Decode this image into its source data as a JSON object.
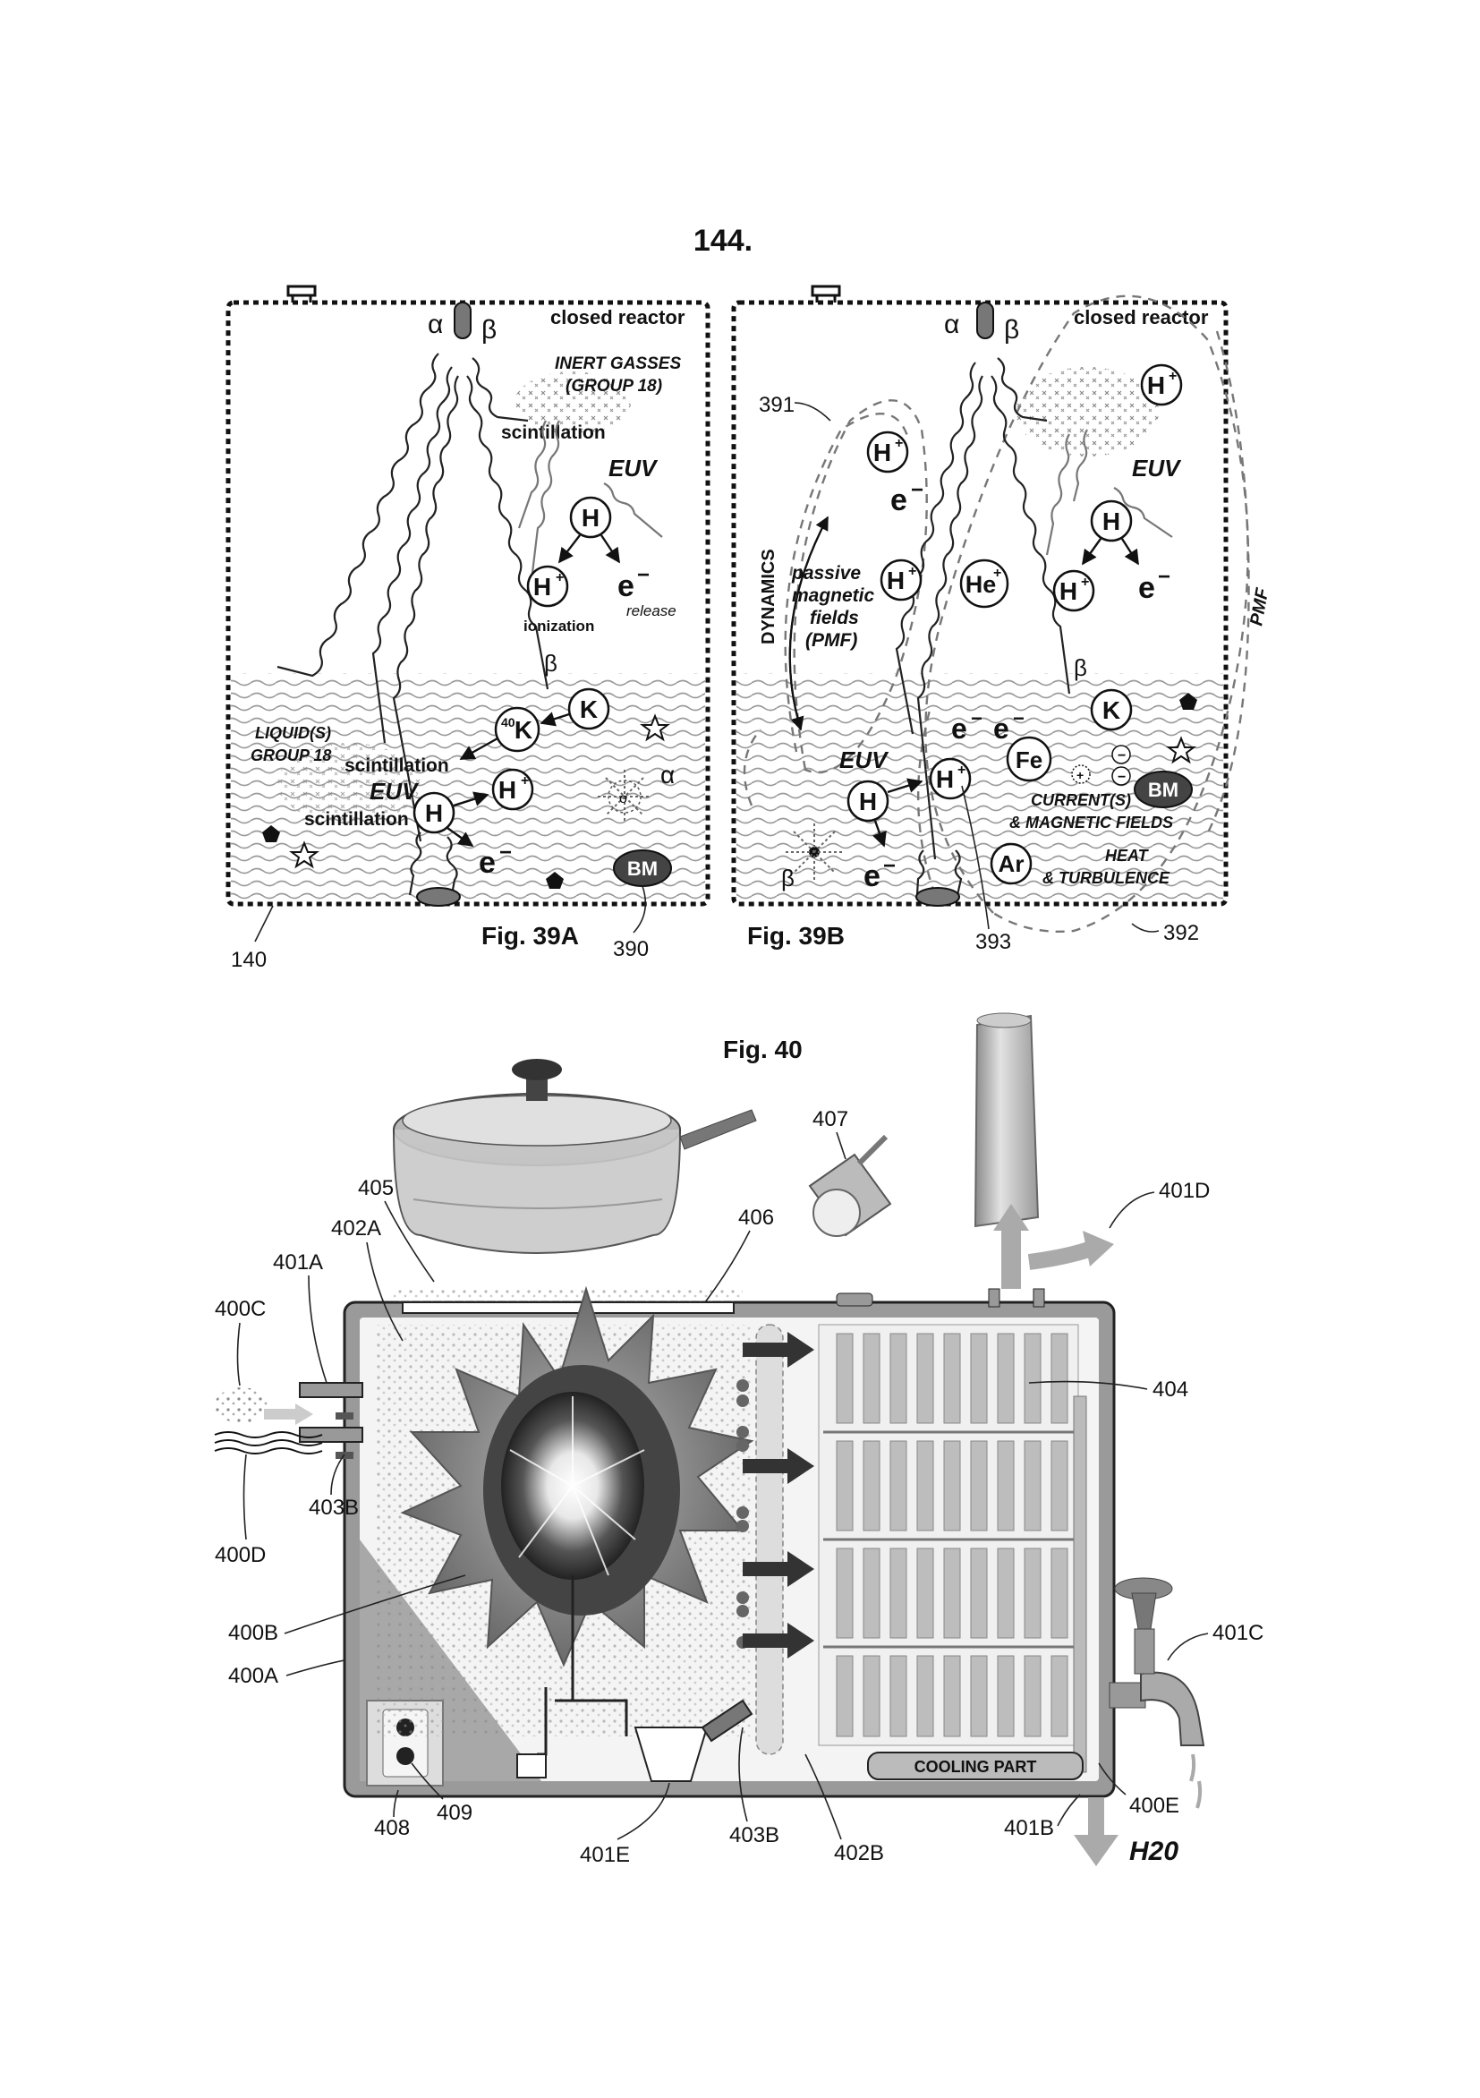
{
  "page_number": "144.",
  "fig39a": {
    "caption": "Fig. 39A",
    "closed_reactor": "closed reactor",
    "alpha": "α",
    "beta": "β",
    "beta_lower": "β",
    "alpha_lower": "α",
    "inert_gasses_1": "INERT GASSES",
    "inert_gasses_2": "(GROUP 18)",
    "scintillation_top": "scintillation",
    "euv_top": "EUV",
    "h": "H",
    "h_plus": "H",
    "e_minus": "e",
    "release": "release",
    "ionization": "ionization",
    "k": "K",
    "k40": "K",
    "k40_sup": "40",
    "liquids_1": "LIQUID(S)",
    "liquids_2": "GROUP 18",
    "scintillation_mid": "scintillation",
    "euv_mid": "EUV",
    "scintillation_low": "scintillation",
    "h_low": "H",
    "h_plus_low": "H",
    "e_low": "e",
    "bm": "BM",
    "ref_140": "140",
    "ref_390": "390"
  },
  "fig39b": {
    "caption": "Fig. 39B",
    "closed_reactor": "closed reactor",
    "alpha": "α",
    "beta": "β",
    "ref_391": "391",
    "ref_392": "392",
    "ref_393": "393",
    "dynamics": "DYNAMICS",
    "passive_1": "passive",
    "passive_2": "magnetic",
    "passive_3": "fields",
    "passive_4": "(PMF)",
    "pmf": "PMF",
    "euv_top": "EUV",
    "euv_low": "EUV",
    "h_plus": "H",
    "he_plus": "He",
    "e": "e",
    "h": "H",
    "k": "K",
    "fe": "Fe",
    "ar": "Ar",
    "bm": "BM",
    "currents_1": "CURRENT(S)",
    "currents_2": "& MAGNETIC FIELDS",
    "heat_1": "HEAT",
    "heat_2": "& TURBULENCE",
    "beta_lower": "β",
    "beta_bottom": "β"
  },
  "fig40": {
    "caption": "Fig. 40",
    "cooling_part": "COOLING PART",
    "h2o": "H20",
    "refs": {
      "r405": "405",
      "r402a": "402A",
      "r401a": "401A",
      "r400c": "400C",
      "r400d": "400D",
      "r403b_left": "403B",
      "r400b": "400B",
      "r400a": "400A",
      "r408": "408",
      "r409": "409",
      "r401e": "401E",
      "r403b_bottom": "403B",
      "r402b": "402B",
      "r401b": "401B",
      "r400e": "400E",
      "r401c": "401C",
      "r404": "404",
      "r401d": "401D",
      "r406": "406",
      "r407": "407"
    }
  }
}
